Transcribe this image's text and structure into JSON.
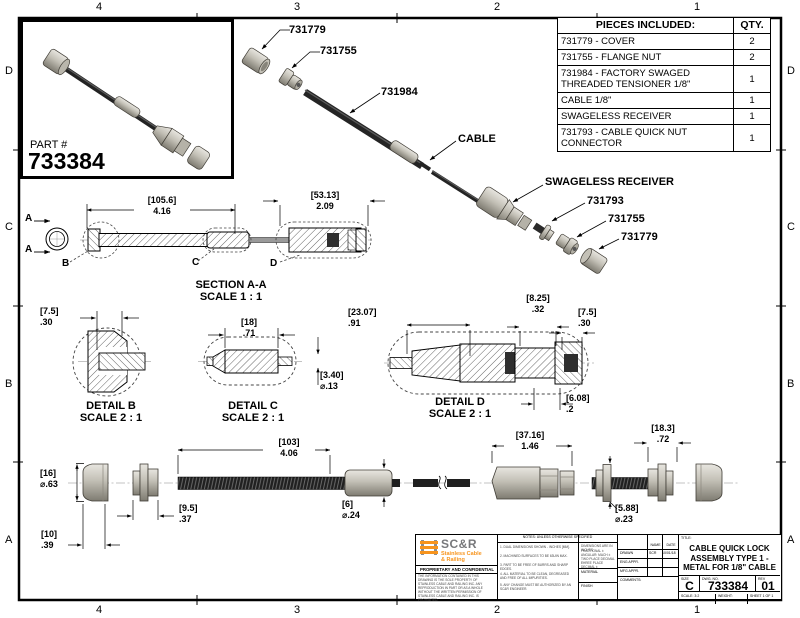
{
  "zones": {
    "top": [
      "4",
      "3",
      "2",
      "1"
    ],
    "bottom": [
      "4",
      "3",
      "2",
      "1"
    ],
    "left": [
      "D",
      "C",
      "B",
      "A"
    ],
    "right": [
      "D",
      "C",
      "B",
      "A"
    ]
  },
  "part_box": {
    "label": "PART #",
    "number": "733384"
  },
  "parts_table": {
    "col_desc": "PIECES INCLUDED:",
    "col_qty": "QTY.",
    "rows": [
      {
        "desc": "731779 - COVER",
        "qty": "2"
      },
      {
        "desc": "731755 - FLANGE NUT",
        "qty": "2"
      },
      {
        "desc": "731984 - FACTORY SWAGED THREADED TENSIONER 1/8\"",
        "qty": "1"
      },
      {
        "desc": "CABLE 1/8\"",
        "qty": "1"
      },
      {
        "desc": "SWAGELESS RECEIVER",
        "qty": "1"
      },
      {
        "desc": "731793 - CABLE QUICK NUT CONNECTOR",
        "qty": "1"
      }
    ]
  },
  "callouts": {
    "c1": "731779",
    "c2": "731755",
    "c3": "731984",
    "c4": "CABLE",
    "c5": "SWAGELESS RECEIVER",
    "c6": "731793",
    "c7": "731755",
    "c8": "731779"
  },
  "section": {
    "label_a_top": "A",
    "label_a_bot": "A",
    "label_b": "B",
    "label_c": "C",
    "label_d": "D",
    "title": "SECTION A-A",
    "scale": "SCALE 1 : 1",
    "dim_105": {
      "mm": "[105.6]",
      "in": "4.16"
    },
    "dim_53": {
      "mm": "[53.13]",
      "in": "2.09"
    }
  },
  "detail_b": {
    "title": "DETAIL B",
    "scale": "SCALE 2 : 1",
    "dim_7_5": {
      "mm": "[7.5]",
      "in": ".30"
    }
  },
  "detail_c": {
    "title": "DETAIL C",
    "scale": "SCALE 2 : 1",
    "dim_18": {
      "mm": "[18]",
      "in": ".71"
    },
    "dim_340": {
      "mm": "[3.40]",
      "in": "⌀.13"
    }
  },
  "detail_d": {
    "title": "DETAIL D",
    "scale": "SCALE 2 : 1",
    "dim_2307": {
      "mm": "[23.07]",
      "in": ".91"
    },
    "dim_825": {
      "mm": "[8.25]",
      "in": ".32"
    },
    "dim_75": {
      "mm": "[7.5]",
      "in": ".30"
    },
    "dim_608": {
      "mm": "[6.08]",
      "in": ".2"
    }
  },
  "assembly": {
    "dim_16": {
      "mm": "[16]",
      "in": "⌀.63"
    },
    "dim_10": {
      "mm": "[10]",
      "in": ".39"
    },
    "dim_95": {
      "mm": "[9.5]",
      "in": ".37"
    },
    "dim_103": {
      "mm": "[103]",
      "in": "4.06"
    },
    "dim_6": {
      "mm": "[6]",
      "in": "⌀.24"
    },
    "dim_3716": {
      "mm": "[37.16]",
      "in": "1.46"
    },
    "dim_588": {
      "mm": "[5.88]",
      "in": "⌀.23"
    },
    "dim_183": {
      "mm": "[18.3]",
      "in": ".72"
    }
  },
  "title_block": {
    "logo_text": "SC&R",
    "logo_sub1": "Stainless Cable",
    "logo_sub2": "& Railing",
    "proprietary_header": "PROPRIETARY AND CONFIDENTIAL",
    "proprietary_body": "THE INFORMATION CONTAINED IN THIS DRAWING IS THE SOLE PROPERTY OF STAINLESS CABLE AND RAILING INC. ANY REPRODUCTION IN PART OR AS A WHOLE WITHOUT THE WRITTEN PERMISSION OF STAINLESS CABLE AND RAILING INC. IS PROHIBITED.",
    "notes_header": "NOTES: UNLESS OTHERWISE SPECIFIED",
    "notes": [
      "1. DUAL DIMENSIONS SHOWN - INCHES [MM].",
      "2. MACHINED SURFACES TO BE 63UIN MAX.",
      "3. PART TO BE FREE OF BURRS AND SHARP EDGES.",
      "4. ALL MATERIAL TO BE CLEAN, DEGREASED AND FREE OF ALL IMPURITIES.",
      "5. ANY CHANGE MUST BE AUTHORIZED BY AN SC&R ENGINEER."
    ],
    "tol_lines": [
      "DIMENSIONS ARE IN INCHES",
      "FRACTIONAL ±",
      "ANGULAR: MACH ±",
      "TWO PLACE DECIMAL ±",
      "THREE PLACE DECIMAL ±"
    ],
    "material_label": "MATERIAL",
    "finish_label": "FINISH",
    "name_col": "NAME",
    "date_col": "DATE",
    "drawn_label": "DRAWN",
    "drawn_name": "SCR",
    "drawn_date": "10/01/18",
    "eng_appr_label": "ENG APPR.",
    "mfg_appr_label": "MFG APPR.",
    "comments_label": "COMMENTS:",
    "title_label": "TITLE:",
    "title_line1": "CABLE QUICK LOCK",
    "title_line2": "ASSEMBLY TYPE 1 -",
    "title_line3": "METAL FOR 1/8\" CABLE",
    "size_label": "SIZE",
    "size_value": "C",
    "dwg_label": "DWG.  NO.",
    "dwg_value": "733384",
    "rev_label": "REV",
    "rev_value": "01",
    "scale_text": "SCALE: 3:2",
    "weight_text": "WEIGHT:",
    "sheet_text": "SHEET 1 OF 1"
  },
  "colors": {
    "accent_orange": "#f7941d",
    "metal": "#c2bfb5",
    "line": "#000000"
  }
}
